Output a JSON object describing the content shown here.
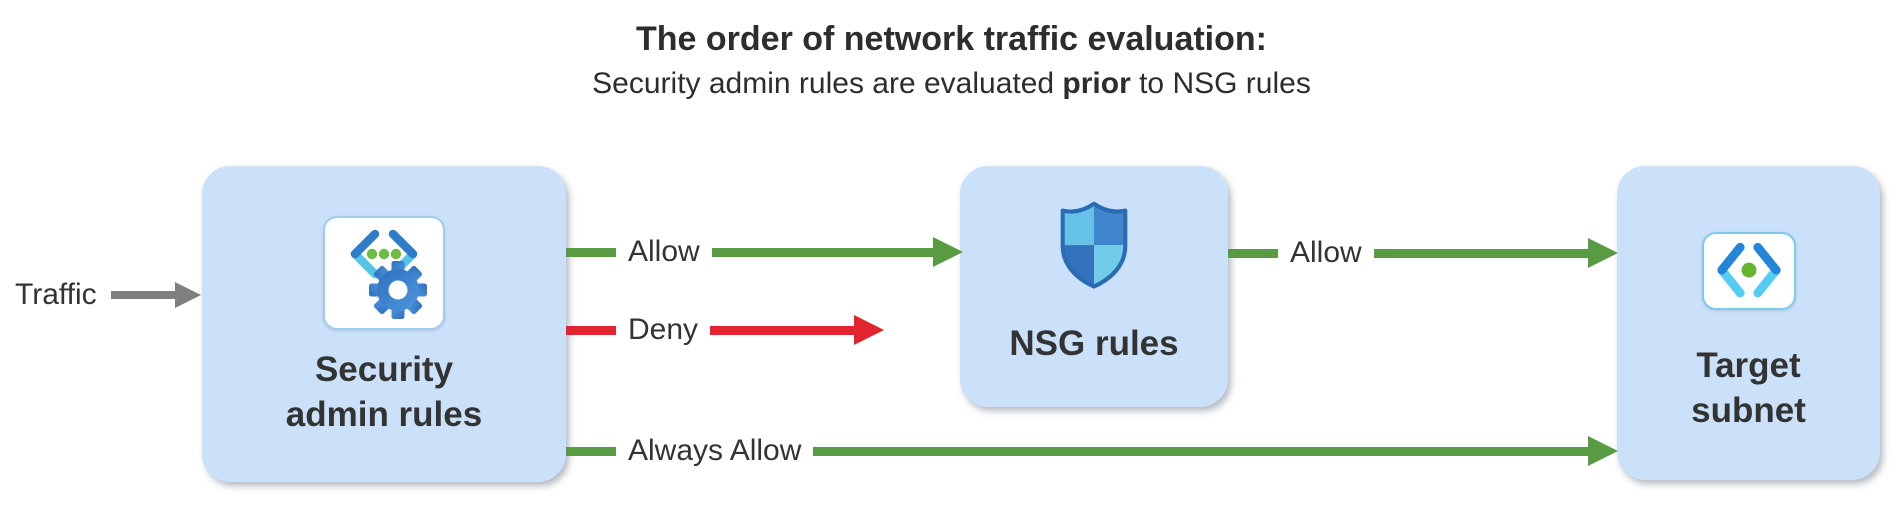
{
  "header": {
    "title": "The order of network traffic evaluation:",
    "subtitle": {
      "prefix": "Security admin rules are evaluated ",
      "bold": "prior",
      "suffix": " to NSG rules"
    }
  },
  "traffic": {
    "label": "Traffic"
  },
  "nodes": {
    "security": {
      "label": "Security admin rules",
      "icon": "security-admin-rules-icon"
    },
    "nsg": {
      "label": "NSG rules",
      "icon": "nsg-shield-icon"
    },
    "target": {
      "label": "Target subnet",
      "icon": "subnet-icon"
    }
  },
  "arrows": {
    "allow1": {
      "label": "Allow"
    },
    "deny": {
      "label": "Deny"
    },
    "allow2": {
      "label": "Allow"
    },
    "always_allow": {
      "label": "Always Allow"
    }
  },
  "colors": {
    "allow_green": "#599b42",
    "deny_red": "#e2242e",
    "traffic_gray": "#7f7f7f",
    "node_fill": "#cbe1f9",
    "text": "#333333"
  }
}
